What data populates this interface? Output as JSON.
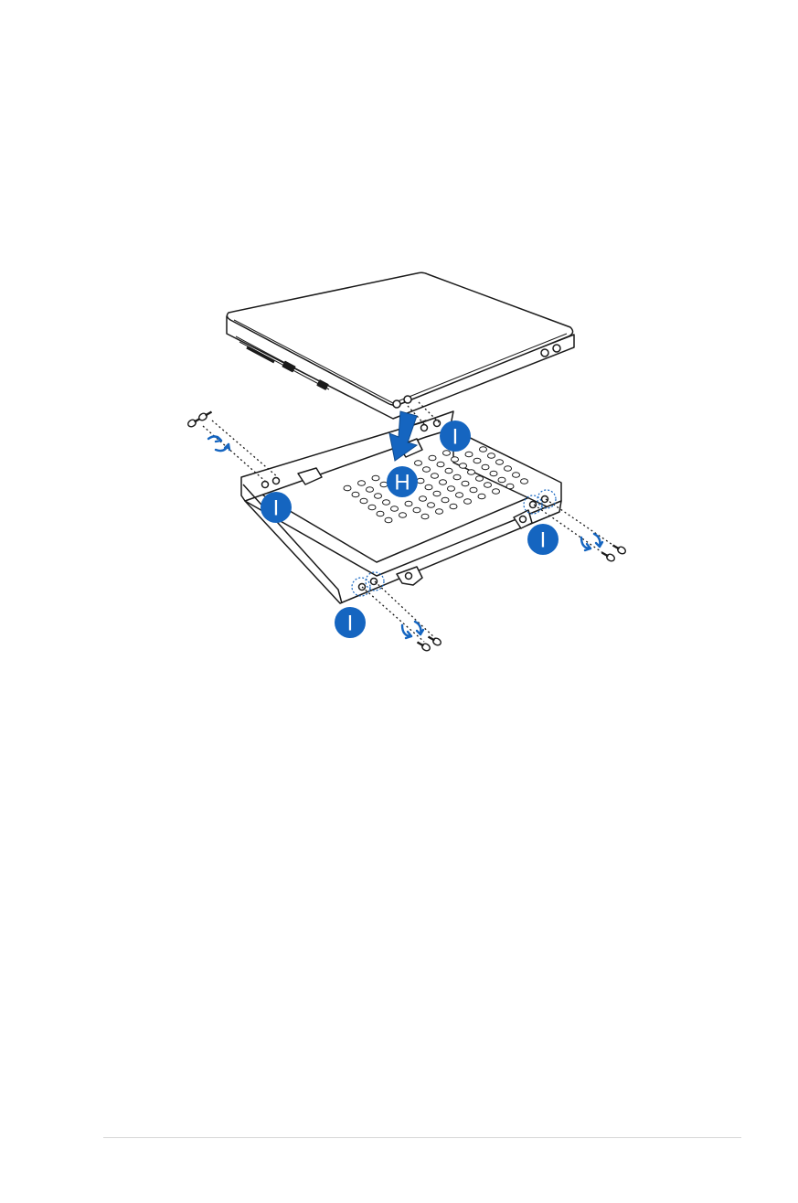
{
  "callouts": {
    "step_h": "H",
    "step_i_top": "I",
    "step_i_left": "I",
    "step_i_right": "I",
    "step_i_bottom": "I"
  },
  "colors": {
    "accent": "#1565c0",
    "line": "#1a1a1a",
    "footer_rule": "#d6d6d6"
  }
}
